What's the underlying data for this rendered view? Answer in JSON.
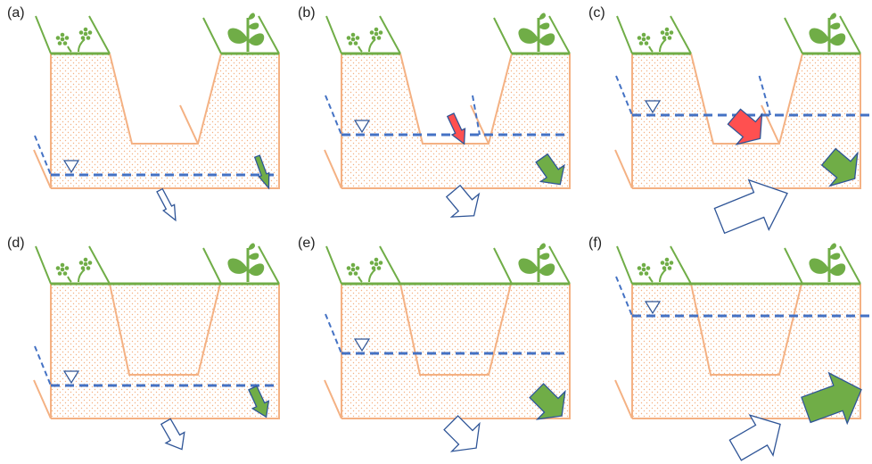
{
  "panels": [
    {
      "label": "(a)",
      "water_level": "low",
      "channel": "open",
      "flows": [
        "groundwater-outflow-small",
        "infiltration-small"
      ]
    },
    {
      "label": "(b)",
      "water_level": "medium",
      "channel": "open",
      "flows": [
        "channel-seepage",
        "groundwater-outflow-medium",
        "infiltration-medium"
      ]
    },
    {
      "label": "(c)",
      "water_level": "high",
      "channel": "open",
      "flows": [
        "channel-seepage-large",
        "groundwater-outflow-large",
        "infiltration-large"
      ]
    },
    {
      "label": "(d)",
      "water_level": "low",
      "channel": "filled",
      "flows": [
        "groundwater-outflow-small",
        "infiltration-small"
      ]
    },
    {
      "label": "(e)",
      "water_level": "medium",
      "channel": "filled",
      "flows": [
        "groundwater-outflow-medium",
        "infiltration-medium"
      ]
    },
    {
      "label": "(f)",
      "water_level": "high",
      "channel": "filled",
      "flows": [
        "groundwater-outflow-large",
        "infiltration-large"
      ]
    }
  ],
  "colors": {
    "soil": "#f4b183",
    "vegetation": "#70ad47",
    "water": "#4472c4",
    "seepage": "#ff5050",
    "outline": "#2f5597"
  }
}
